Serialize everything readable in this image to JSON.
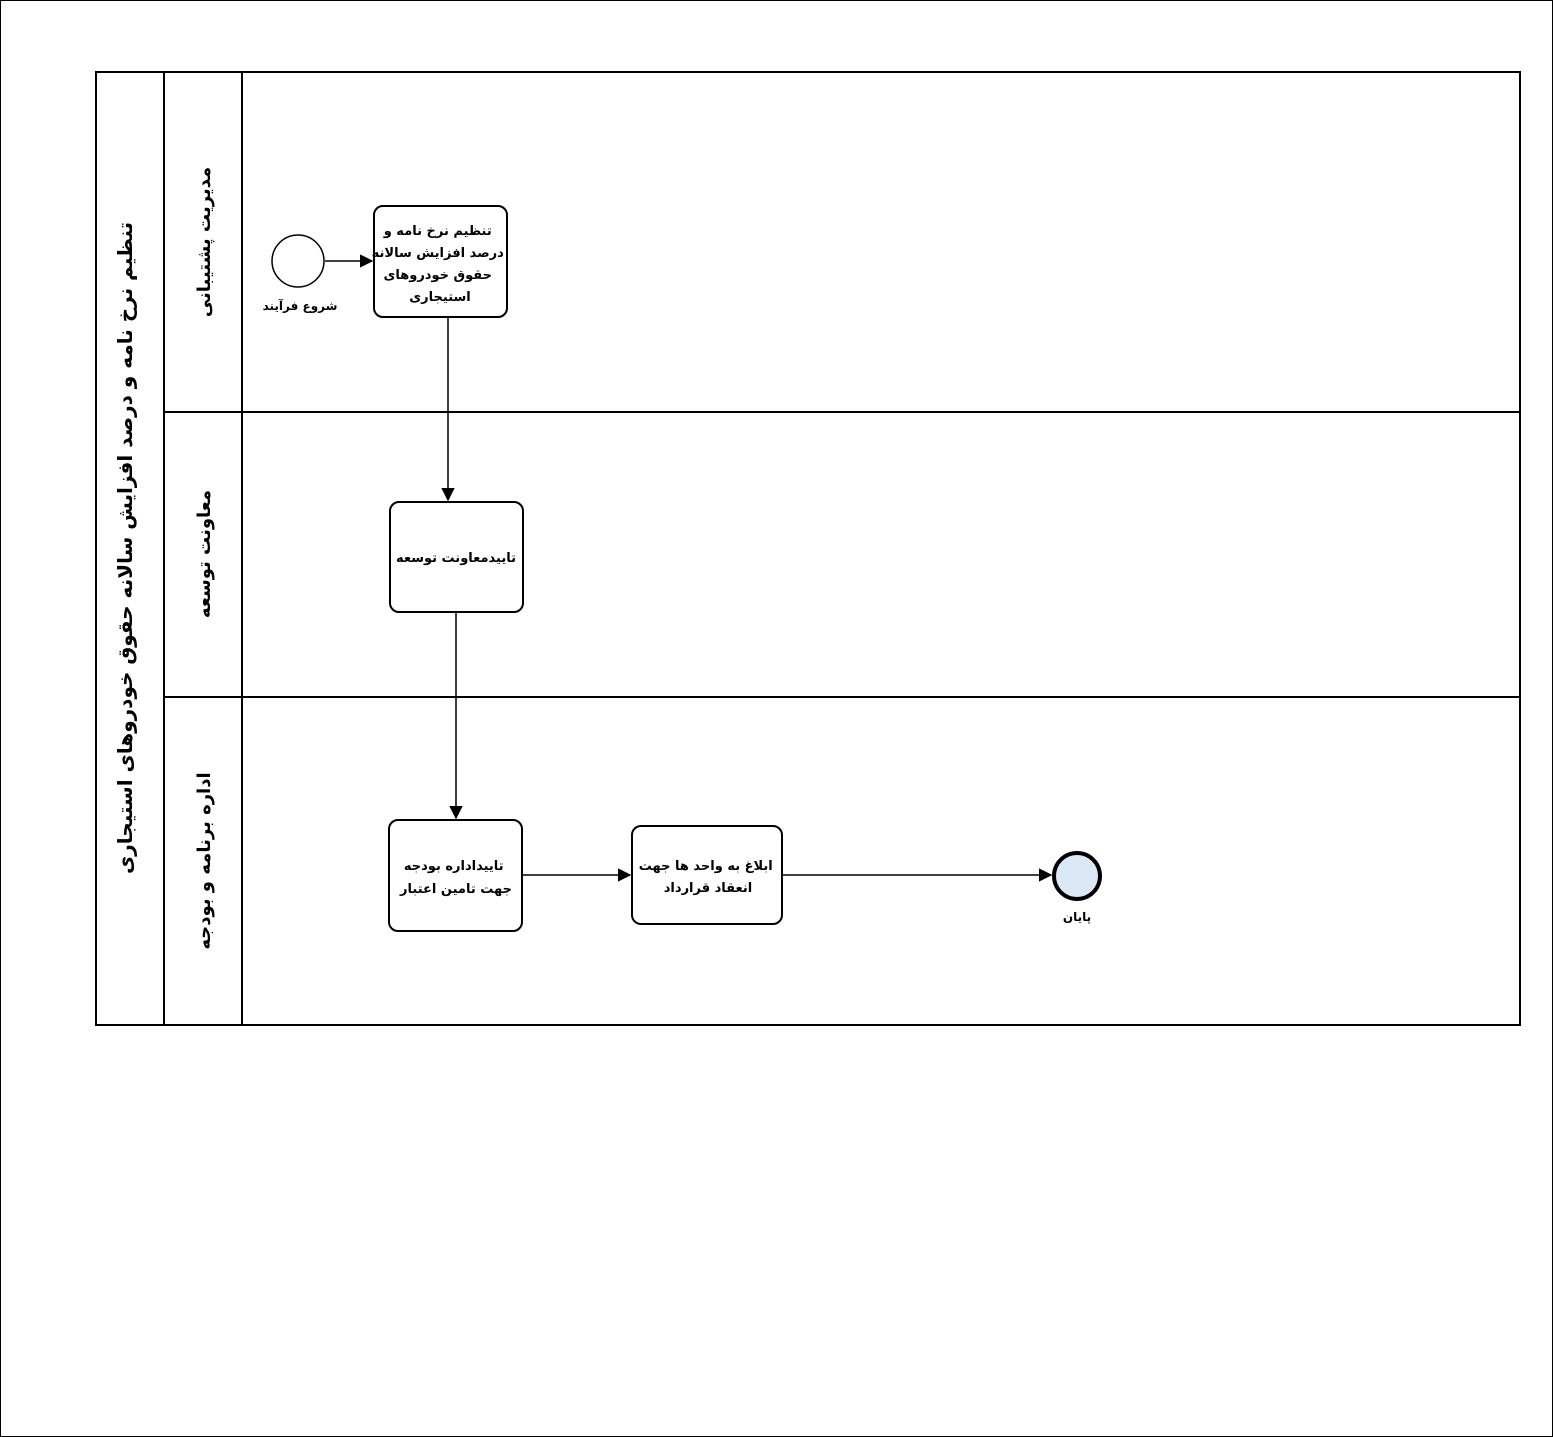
{
  "pool": {
    "title": "تنظیم نرخ نامه و درصد افزایش سالانه حقوق خودروهای استیجاری"
  },
  "lanes": [
    {
      "id": "lane-support",
      "label": "مدیریت پشتیبانی"
    },
    {
      "id": "lane-development",
      "label": "معاونت توسعه"
    },
    {
      "id": "lane-budget",
      "label": "اداره برنامه و بودجه"
    }
  ],
  "events": {
    "start": {
      "label": "شروع فرآیند"
    },
    "end": {
      "label": "پایان"
    }
  },
  "tasks": [
    {
      "id": "task-set-rates",
      "lines": [
        "تنظیم نرخ نامه و",
        "درصد افزایش سالانه",
        "حقوق خودروهای",
        "استیجاری"
      ]
    },
    {
      "id": "task-dev-approval",
      "lines": [
        "تاییدمعاونت توسعه"
      ]
    },
    {
      "id": "task-budget-approval",
      "lines": [
        "تاییداداره بودجه",
        "جهت تامین اعتبار"
      ]
    },
    {
      "id": "task-notify-units",
      "lines": [
        "ابلاغ به واحد ها جهت",
        "انعقاد قرارداد"
      ]
    }
  ],
  "colors": {
    "stroke": "#000000",
    "end_fill": "#dbe8f5"
  }
}
